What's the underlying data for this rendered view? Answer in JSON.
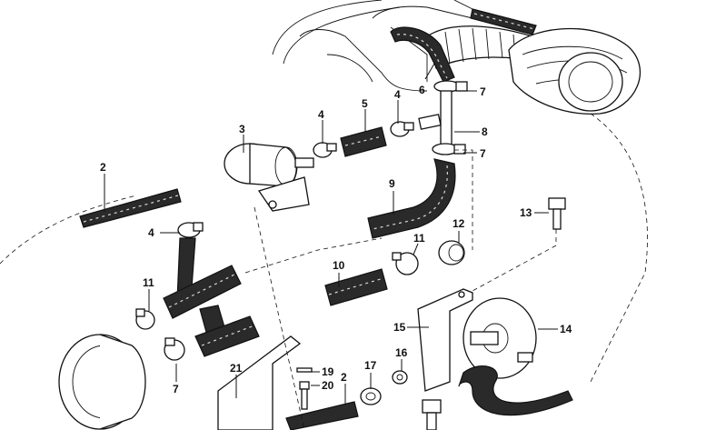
{
  "labels": {
    "l1": "2",
    "l2": "3",
    "l3": "4",
    "l4": "5",
    "l5": "4",
    "l6": "6",
    "l7": "7",
    "l8": "8",
    "l9": "7",
    "l10": "9",
    "l11": "4",
    "l12": "12",
    "l13": "13",
    "l14": "11",
    "l15": "10",
    "l16": "11",
    "l17": "15",
    "l18": "14",
    "l19": "7",
    "l20": "16",
    "l21": "17",
    "l22": "21",
    "l23": "19",
    "l24": "20",
    "l25": "2"
  }
}
